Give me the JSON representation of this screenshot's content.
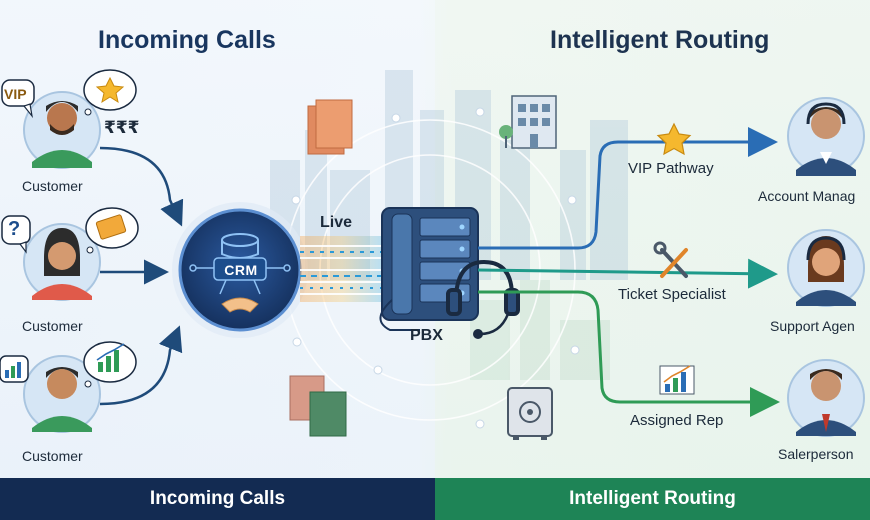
{
  "header": {
    "left_title": "Incoming Calls",
    "right_title": "Intelligent Routing"
  },
  "customers": [
    {
      "label": "Customer",
      "bubble_text": "VIP",
      "money": "₹₹₹",
      "thought_icon": "star-icon"
    },
    {
      "label": "Customer",
      "bubble_text": "?",
      "thought_icon": "ticket-icon"
    },
    {
      "label": "Customer",
      "bubble_text": "",
      "thought_icon": "growth-chart-icon"
    }
  ],
  "hub": {
    "crm_label": "CRM",
    "live_label": "Live",
    "pbx_label": "PBX"
  },
  "routes": [
    {
      "label": "VIP Pathway",
      "icon": "star-icon",
      "agent": "Account Manag",
      "color": "#2a6db5"
    },
    {
      "label": "Ticket Specialist",
      "icon": "tools-icon",
      "agent": "Support Agen",
      "color": "#1f9a8a"
    },
    {
      "label": "Assigned Rep",
      "icon": "growth-chart-icon",
      "agent": "Salerperson",
      "color": "#2f9b56"
    }
  ],
  "footer": {
    "left": "Incoming Calls",
    "right": "Intelligent Routing"
  },
  "colors": {
    "navy": "#132b52",
    "green": "#1e8456",
    "blue_line": "#2a6db5",
    "teal_line": "#1f9a8a",
    "green_line": "#2f9b56"
  }
}
